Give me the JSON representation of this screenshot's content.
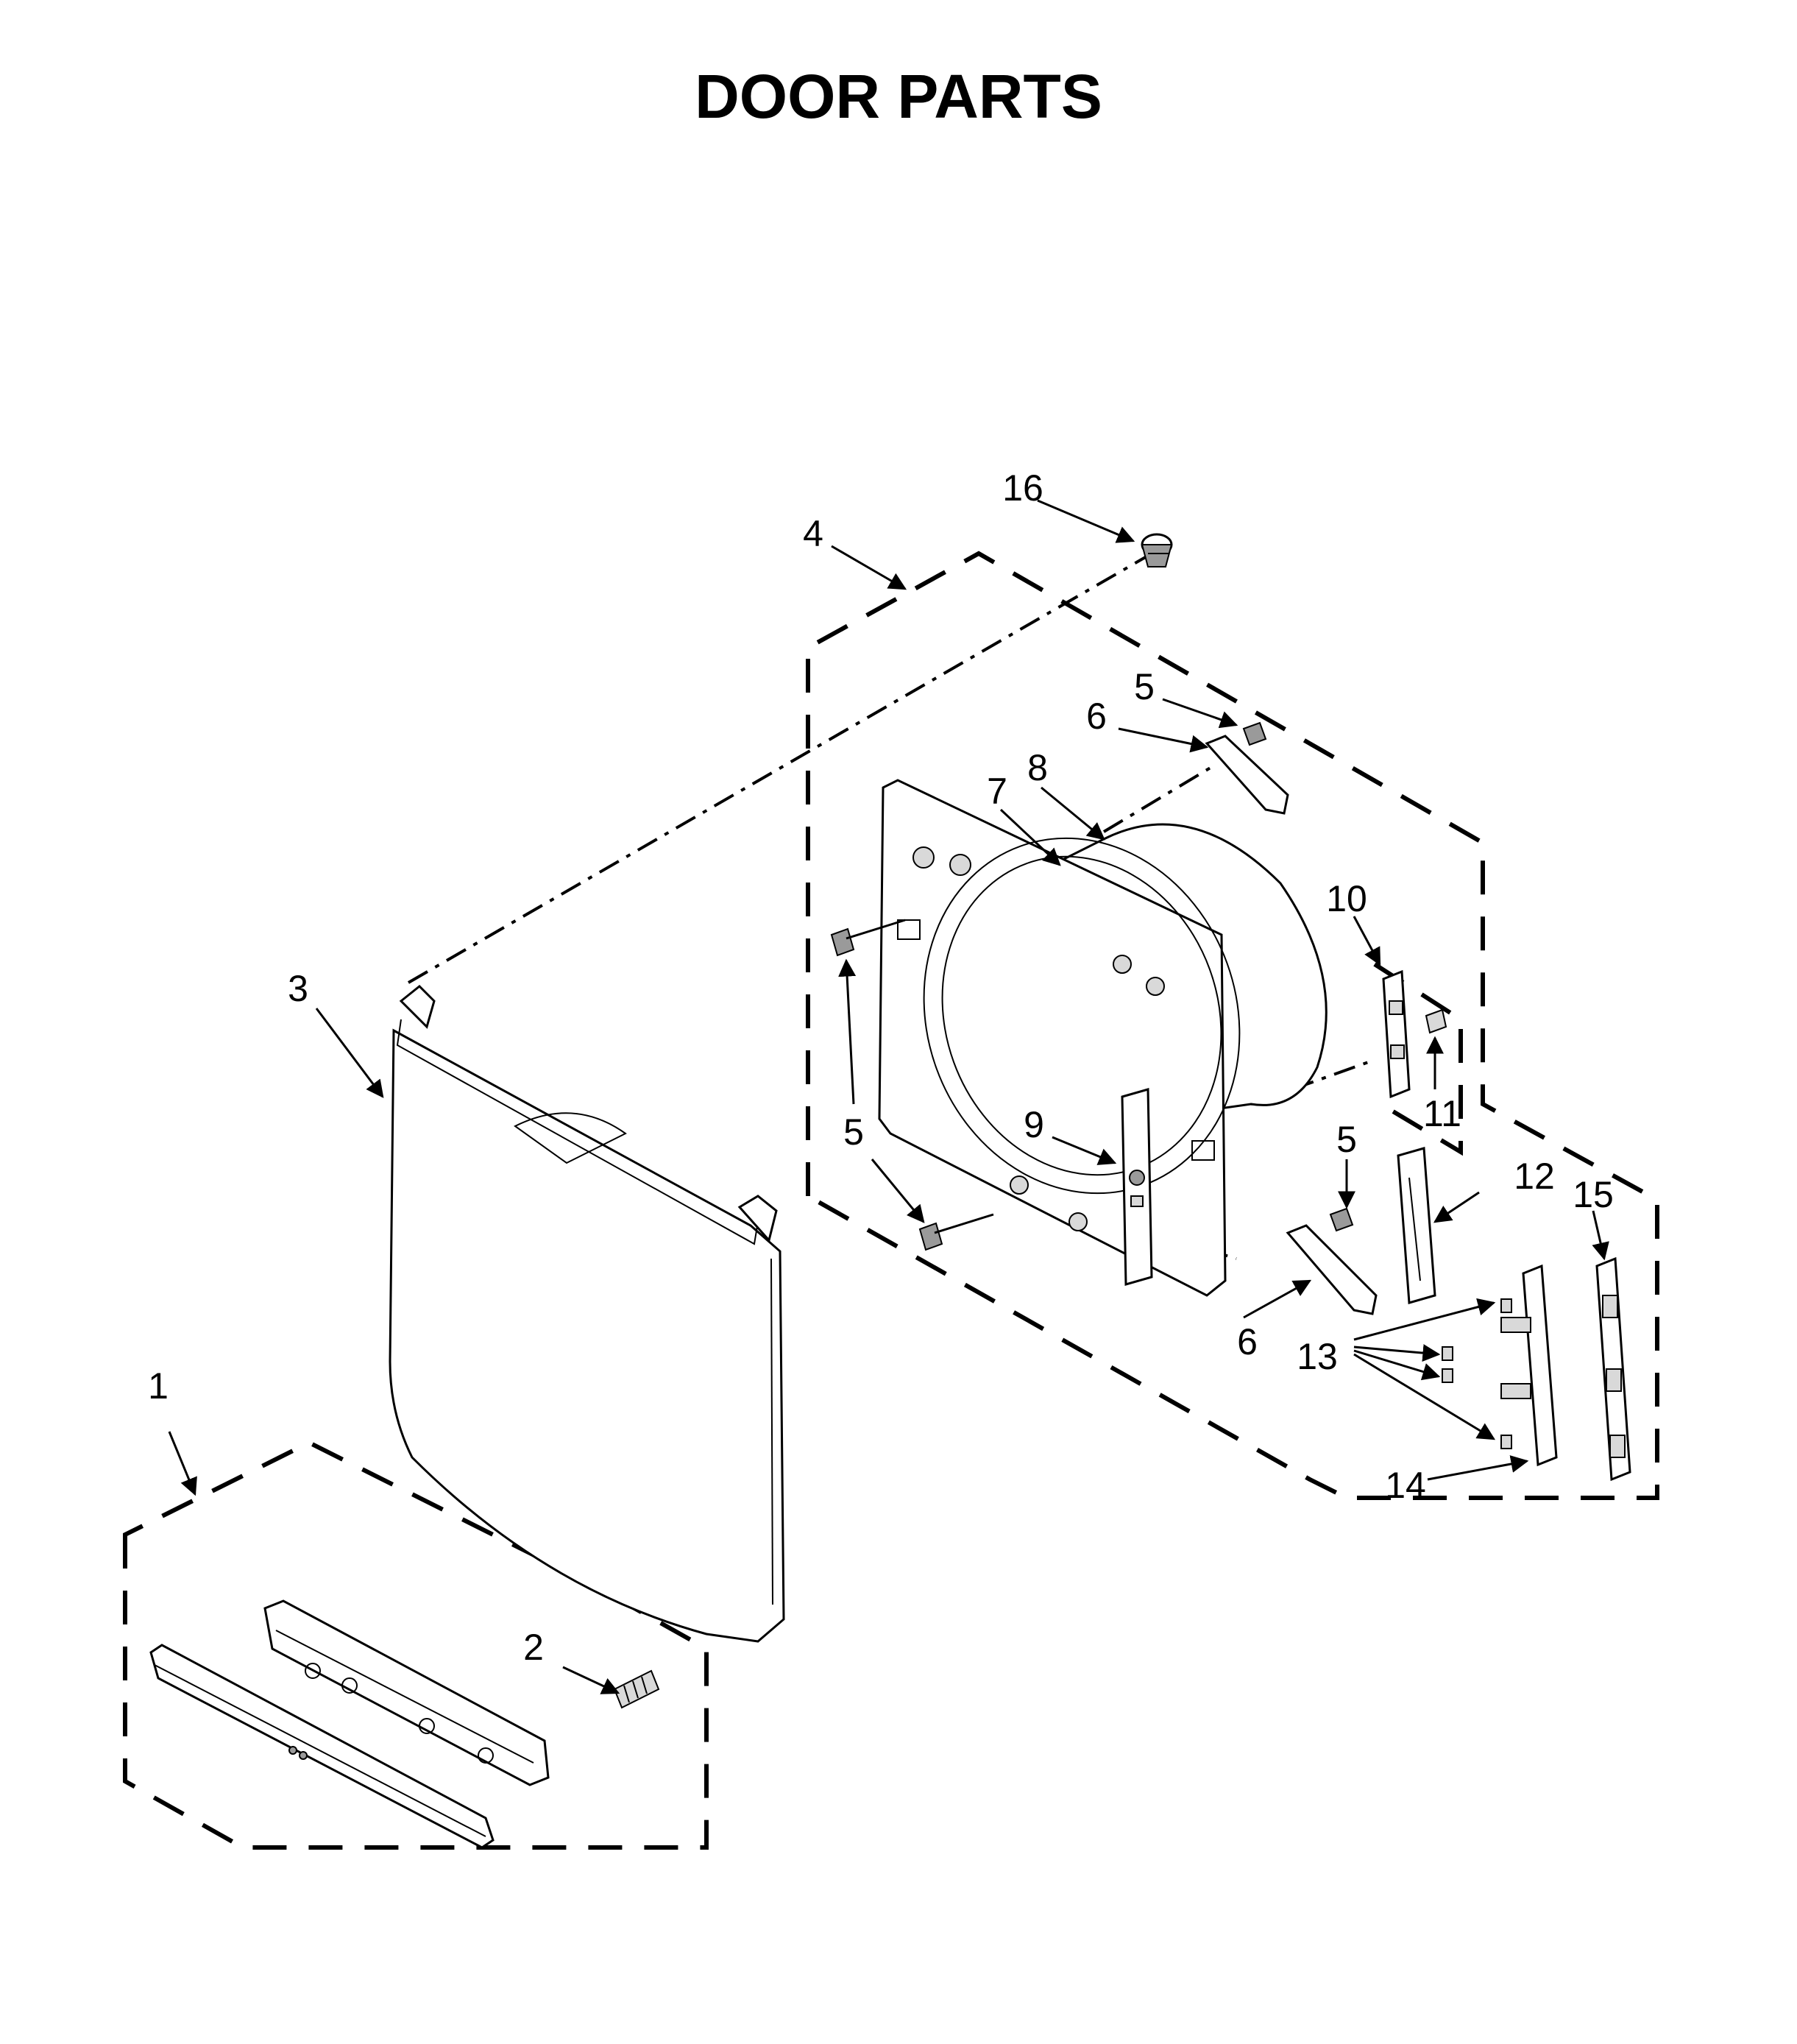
{
  "title": "DOOR PARTS",
  "callouts": [
    "1",
    "2",
    "3",
    "4",
    "5",
    "5",
    "5",
    "6",
    "6",
    "7",
    "8",
    "9",
    "10",
    "11",
    "12",
    "13",
    "14",
    "15",
    "16"
  ]
}
